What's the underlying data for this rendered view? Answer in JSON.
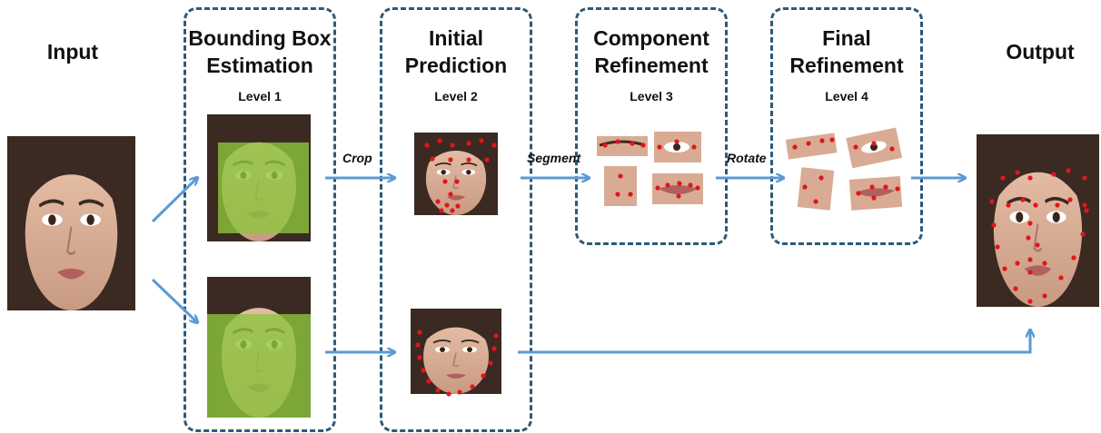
{
  "labels": {
    "input": "Input",
    "output": "Output"
  },
  "stages": [
    {
      "title_line1": "Bounding Box",
      "title_line2": "Estimation",
      "level": "Level 1"
    },
    {
      "title_line1": "Initial",
      "title_line2": "Prediction",
      "level": "Level 2"
    },
    {
      "title_line1": "Component",
      "title_line2": "Refinement",
      "level": "Level 3"
    },
    {
      "title_line1": "Final",
      "title_line2": "Refinement",
      "level": "Level 4"
    }
  ],
  "transitions": {
    "crop": "Crop",
    "segment": "Segment",
    "rotate": "Rotate"
  },
  "colors": {
    "panel_border": "#2c5a7a",
    "arrow": "#5b9bd5",
    "landmark": "#e0161b",
    "bbox_overlay": "#8dc63f",
    "skin": "#d9ab94",
    "hair": "#3a2a22"
  }
}
